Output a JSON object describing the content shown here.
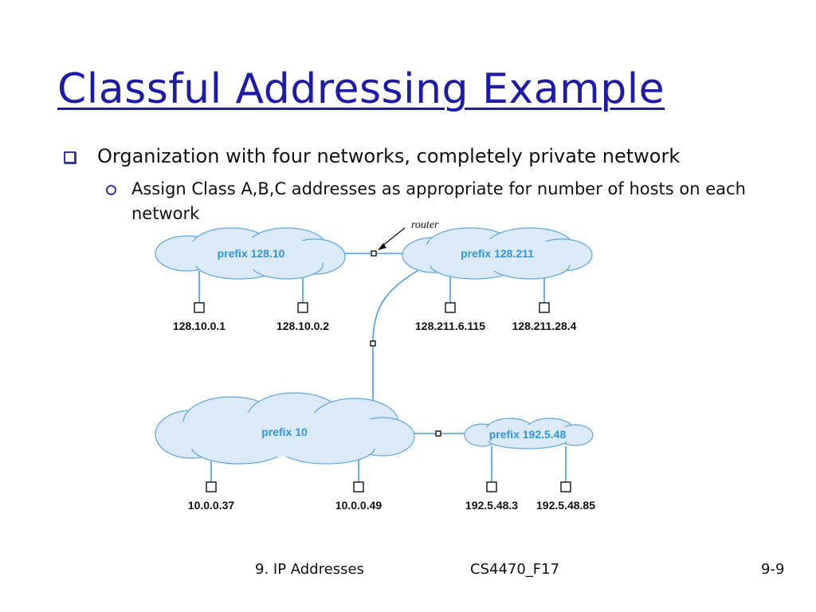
{
  "title": "Classful Addressing Example",
  "bullets": [
    {
      "text": "Organization with four networks, completely private network",
      "sub": [
        {
          "text": "Assign Class A,B,C addresses as appropriate for number of hosts on each network"
        }
      ]
    }
  ],
  "diagram": {
    "router_label": "router",
    "networks": [
      {
        "prefix": "prefix 128.10",
        "hosts": [
          "128.10.0.1",
          "128.10.0.2"
        ]
      },
      {
        "prefix": "prefix 128.211",
        "hosts": [
          "128.211.6.115",
          "128.211.28.4"
        ]
      },
      {
        "prefix": "prefix 10",
        "hosts": [
          "10.0.0.37",
          "10.0.0.49"
        ]
      },
      {
        "prefix": "prefix 192.5.48",
        "hosts": [
          "192.5.48.3",
          "192.5.48.85"
        ]
      }
    ]
  },
  "footer": {
    "left": "9. IP Addresses",
    "center": "CS4470_F17",
    "right": "9-9"
  }
}
